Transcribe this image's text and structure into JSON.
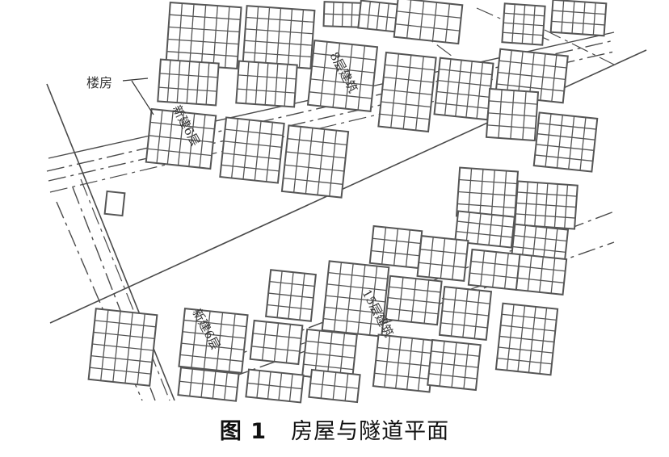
{
  "figure": {
    "number": "图 1",
    "title": "房屋与隧道平面"
  },
  "map_labels": {
    "floor_house": "楼房",
    "building_8": "8层建筑",
    "new_building_6_a": "新建6层",
    "new_building_6_b": "新建6层",
    "building_15": "15层建筑"
  },
  "colors": {
    "ink": "#4a4a4a",
    "grid": "#555555",
    "background": "#ffffff"
  }
}
